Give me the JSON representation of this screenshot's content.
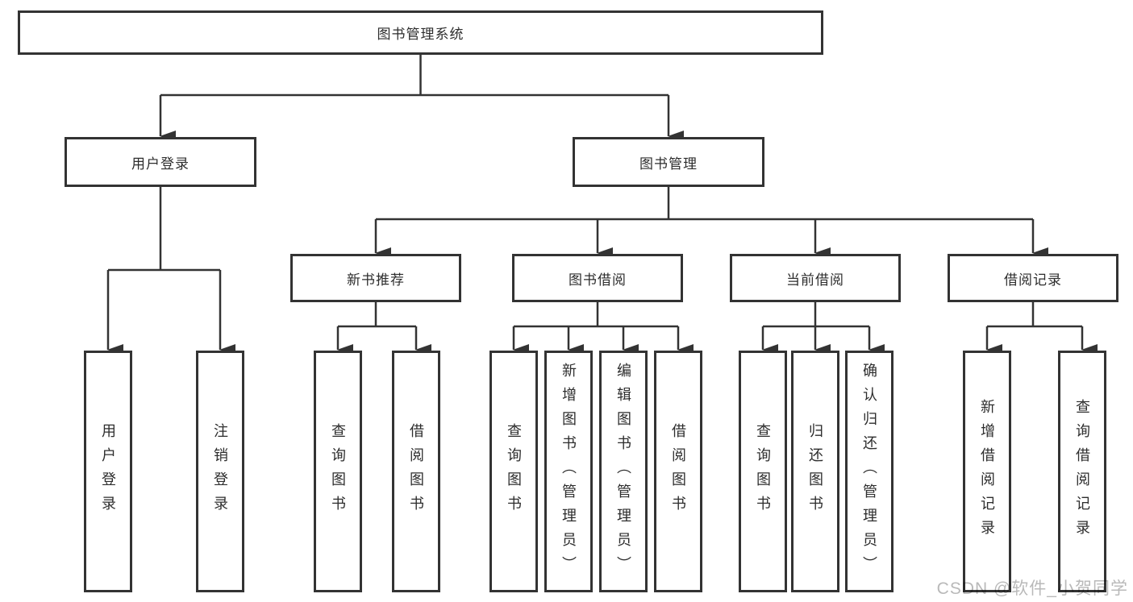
{
  "diagram": {
    "title": "图书管理系统",
    "level2": [
      {
        "label": "用户登录"
      },
      {
        "label": "图书管理"
      }
    ],
    "level3": [
      {
        "label": "新书推荐"
      },
      {
        "label": "图书借阅"
      },
      {
        "label": "当前借阅"
      },
      {
        "label": "借阅记录"
      }
    ],
    "leaves": {
      "user_login": [
        "用户登录",
        "注销登录"
      ],
      "new_book": [
        "查询图书",
        "借阅图书"
      ],
      "book_borrow": [
        "查询图书",
        "新增图书（管理员）",
        "编辑图书（管理员）",
        "借阅图书"
      ],
      "current_borrow": [
        "查询图书",
        "归还图书",
        "确认归还（管理员）"
      ],
      "borrow_records": [
        "新增借阅记录",
        "查询借阅记录"
      ]
    }
  },
  "watermark": "CSDN @软件_小贺同学",
  "colors": {
    "line": "#333333",
    "text": "#2d2d2d",
    "box_background": "#ffffff",
    "watermark": "#b9b9b9"
  }
}
